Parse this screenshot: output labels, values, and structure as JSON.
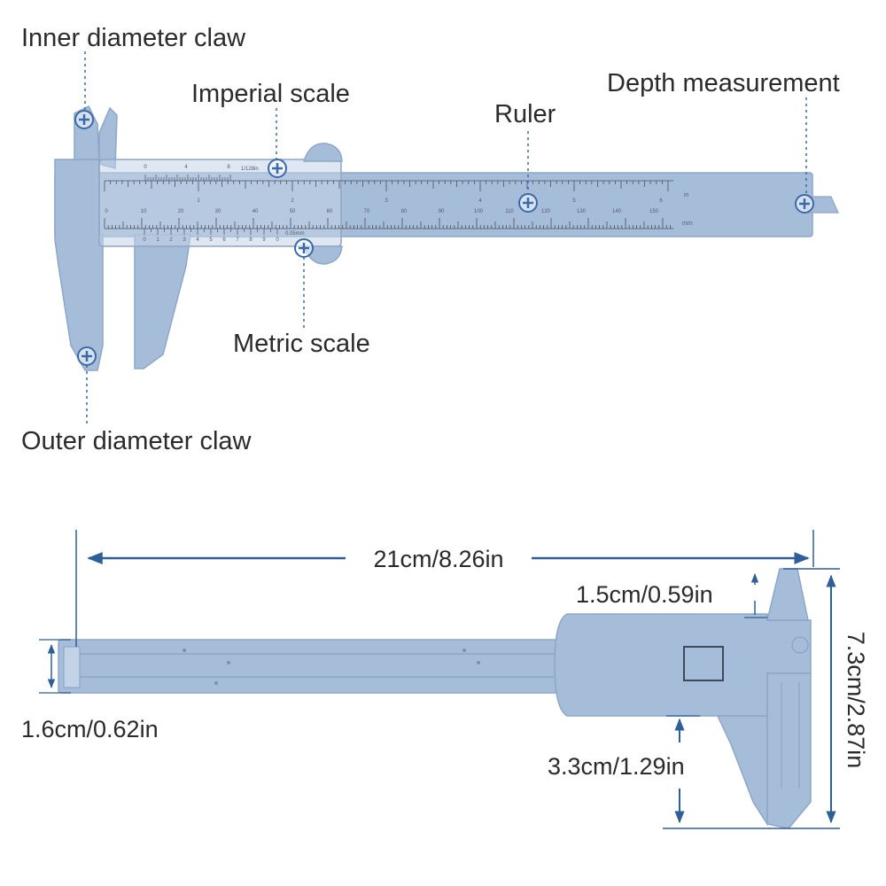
{
  "colors": {
    "plastic": "#a6bdd9",
    "plastic_dark": "#8ea6c6",
    "plastic_light": "#c2d3e8",
    "scale_ink": "#4a5260",
    "marker": "#3a6aa8",
    "leader": "#3a6aa8",
    "dimension": "#2f5f96"
  },
  "icons": {
    "marker": "crosshair-circle-icon"
  },
  "labels": {
    "inner_claw": "Inner diameter claw",
    "imperial_scale": "Imperial scale",
    "ruler": "Ruler",
    "depth": "Depth measurement",
    "metric_scale": "Metric scale",
    "outer_claw": "Outer diameter claw"
  },
  "scales": {
    "inch_labels": [
      "1",
      "2",
      "3",
      "4",
      "5",
      "6"
    ],
    "inch_unit": "in",
    "mm_labels": [
      "0",
      "10",
      "20",
      "30",
      "40",
      "50",
      "60",
      "70",
      "80",
      "90",
      "100",
      "110",
      "120",
      "130",
      "140",
      "150"
    ],
    "mm_unit": "mm",
    "vernier_inch_labels": [
      "0",
      "4",
      "8"
    ],
    "vernier_inch_note": "1/128in",
    "vernier_mm_labels": [
      "0",
      "1",
      "2",
      "3",
      "4",
      "5",
      "6",
      "7",
      "8",
      "9",
      "0"
    ],
    "vernier_mm_note": "0.05mm"
  },
  "dimensions": {
    "length": "21cm/8.26in",
    "jaw_height": "1.5cm/0.59in",
    "total_height": "7.3cm/2.87in",
    "beam_height": "1.6cm/0.62in",
    "jaw_depth": "3.3cm/1.29in"
  }
}
